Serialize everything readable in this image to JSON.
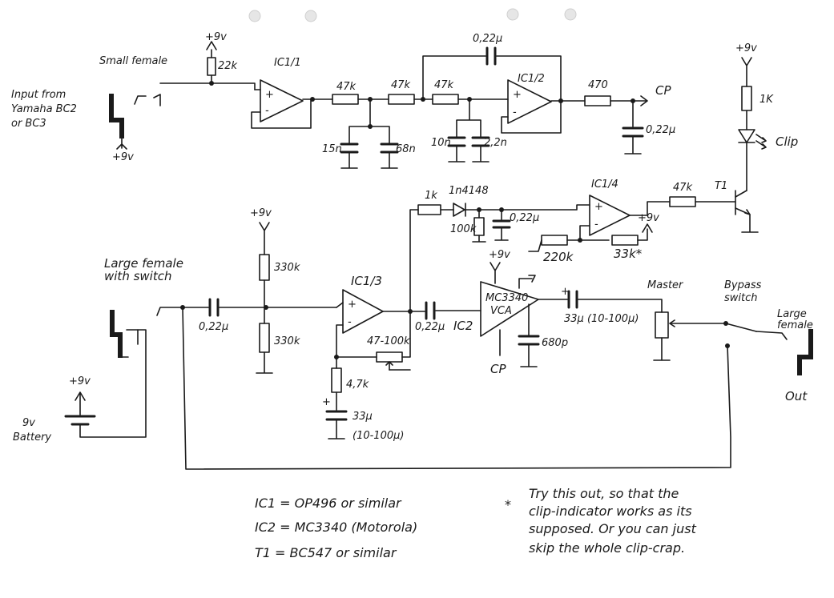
{
  "labels": {
    "small_female": "Small female",
    "input_line1": "Input from",
    "input_line2": "Yamaha BC2",
    "input_line3": "or BC3",
    "plus9v": "+9v",
    "r22k": "22k",
    "ic1_1": "IC1/1",
    "r47k": "47k",
    "c15n": "15n",
    "c68n": "68n",
    "c10n": "10n",
    "c2_2n": "2,2n",
    "c022": "0,22µ",
    "ic1_2": "IC1/2",
    "r470": "470",
    "cp": "CP",
    "r1k": "1K",
    "clip": "Clip",
    "t1": "T1",
    "r1k_small": "1k",
    "d_1n4148": "1n4148",
    "ic1_4": "IC1/4",
    "r100k": "100k",
    "r220k": "220k",
    "r33k": "33k*",
    "large_female_switch1": "Large female",
    "large_female_switch2": "with switch",
    "r330k": "330k",
    "ic1_3": "IC1/3",
    "r47_100k": "47-100k",
    "ic2": "IC2",
    "mc3340": "MC3340",
    "vca": "VCA",
    "c680p": "680p",
    "c33u_range": "33µ (10-100µ)",
    "master": "Master",
    "bypass1": "Bypass",
    "bypass2": "switch",
    "large_female1": "Large",
    "large_female2": "female",
    "out": "Out",
    "battery1": "9v",
    "battery2": "Battery",
    "r4_7k": "4,7k",
    "c33u": "33µ",
    "c33u_range2": "(10-100µ)",
    "plus_sign": "+"
  },
  "legend": {
    "ic1": "IC1 = OP496 or similar",
    "ic2": "IC2 = MC3340 (Motorola)",
    "t1": "T1 = BC547 or similar"
  },
  "footnote": {
    "star": "*",
    "line1": "Try this out, so that the",
    "line2": "clip-indicator works as its",
    "line3": "supposed. Or you can just",
    "line4": "skip the whole clip-crap."
  }
}
